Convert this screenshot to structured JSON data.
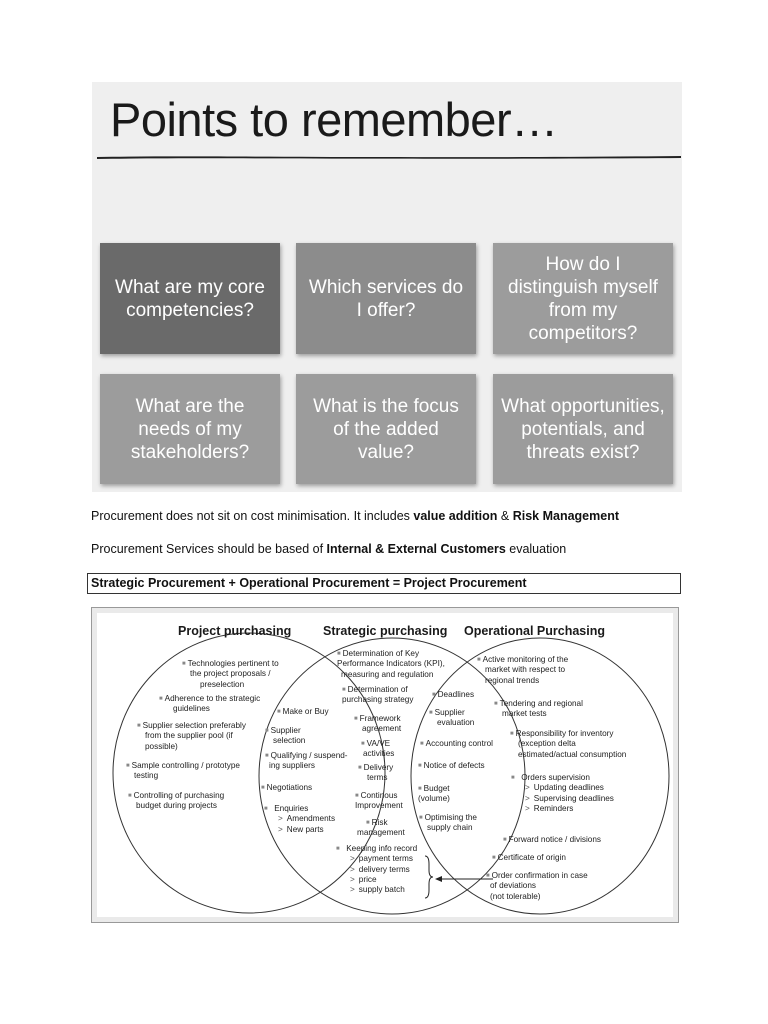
{
  "slide": {
    "title": "Points to remember…",
    "cards": [
      {
        "text": "What are my core competencies?"
      },
      {
        "text": "Which services do I offer?"
      },
      {
        "text": "How do I distinguish myself from my competitors?"
      },
      {
        "text": "What are the needs of my stakeholders?"
      },
      {
        "text": "What is the focus of the added value?"
      },
      {
        "text": "What opportunities, potentials, and threats exist?"
      }
    ]
  },
  "body": {
    "line1": {
      "pre": "Procurement does not sit on cost minimisation. It includes ",
      "b1": "value addition",
      "mid": " & ",
      "b2": "Risk Management"
    },
    "line2": {
      "pre": "Procurement Services should be based of ",
      "b1": "Internal & External Customers",
      "post": " evaluation"
    },
    "equation": "Strategic Procurement + Operational Procurement = Project Procurement"
  },
  "venn": {
    "headers": [
      "Project purchasing",
      "Strategic purchasing",
      "Operational Purchasing"
    ],
    "project": [
      [
        "Technologies pertinent to",
        "the project  proposals /",
        "preselection"
      ],
      [
        "Adherence to the strategic",
        "guidelines"
      ],
      [
        "Supplier selection preferably",
        "from the supplier pool (if",
        "possible)"
      ],
      [
        "Sample controlling / prototype",
        "testing"
      ],
      [
        "Controlling of purchasing",
        "budget during projects"
      ]
    ],
    "project_strategic": {
      "make_or_buy": "Make or Buy",
      "supplier_selection": [
        "Supplier",
        "selection"
      ],
      "qualifying": [
        "Qualifying / suspend-",
        "ing suppliers"
      ],
      "negotiations": "Negotiations",
      "enquiries": "Enquiries",
      "amendments": "Amendments",
      "new_parts": "New parts"
    },
    "strategic": [
      [
        "Determination of Key",
        "Performance Indicators (KPI),",
        "measuring and regulation"
      ],
      [
        "Determination of",
        "purchasing strategy"
      ],
      [
        "Framework",
        "agreement"
      ],
      [
        "VA/VE",
        "activities"
      ],
      [
        "Delivery",
        "terms"
      ],
      [
        "Continous",
        "Improvement"
      ],
      [
        "Risk",
        "management"
      ]
    ],
    "strategic_operational": [
      [
        "Deadlines"
      ],
      [
        "Supplier",
        "evaluation"
      ],
      [
        "Accounting control"
      ],
      [
        "Notice of defects"
      ],
      [
        "Budget",
        "(volume)"
      ],
      [
        "Optimising the",
        "supply chain"
      ]
    ],
    "operational": [
      [
        "Active monitoring of the",
        "market with respect to",
        "regional trends"
      ],
      [
        "Tendering and regional",
        "market tests"
      ],
      [
        "Responsibility for inventory",
        "(exception delta",
        "estimated/actual consumption"
      ],
      [
        "Orders supervision"
      ],
      [
        "Updating deadlines"
      ],
      [
        "Supervising deadlines"
      ],
      [
        "Reminders"
      ],
      [
        "Forward notice / divisions"
      ],
      [
        "Certificate of origin"
      ],
      [
        "Order confirmation in case",
        "of deviations",
        "(not tolerable)"
      ]
    ],
    "keeping": {
      "head": "Keeping info record",
      "subs": [
        "payment terms",
        "delivery terms",
        "price",
        "supply batch"
      ]
    }
  }
}
